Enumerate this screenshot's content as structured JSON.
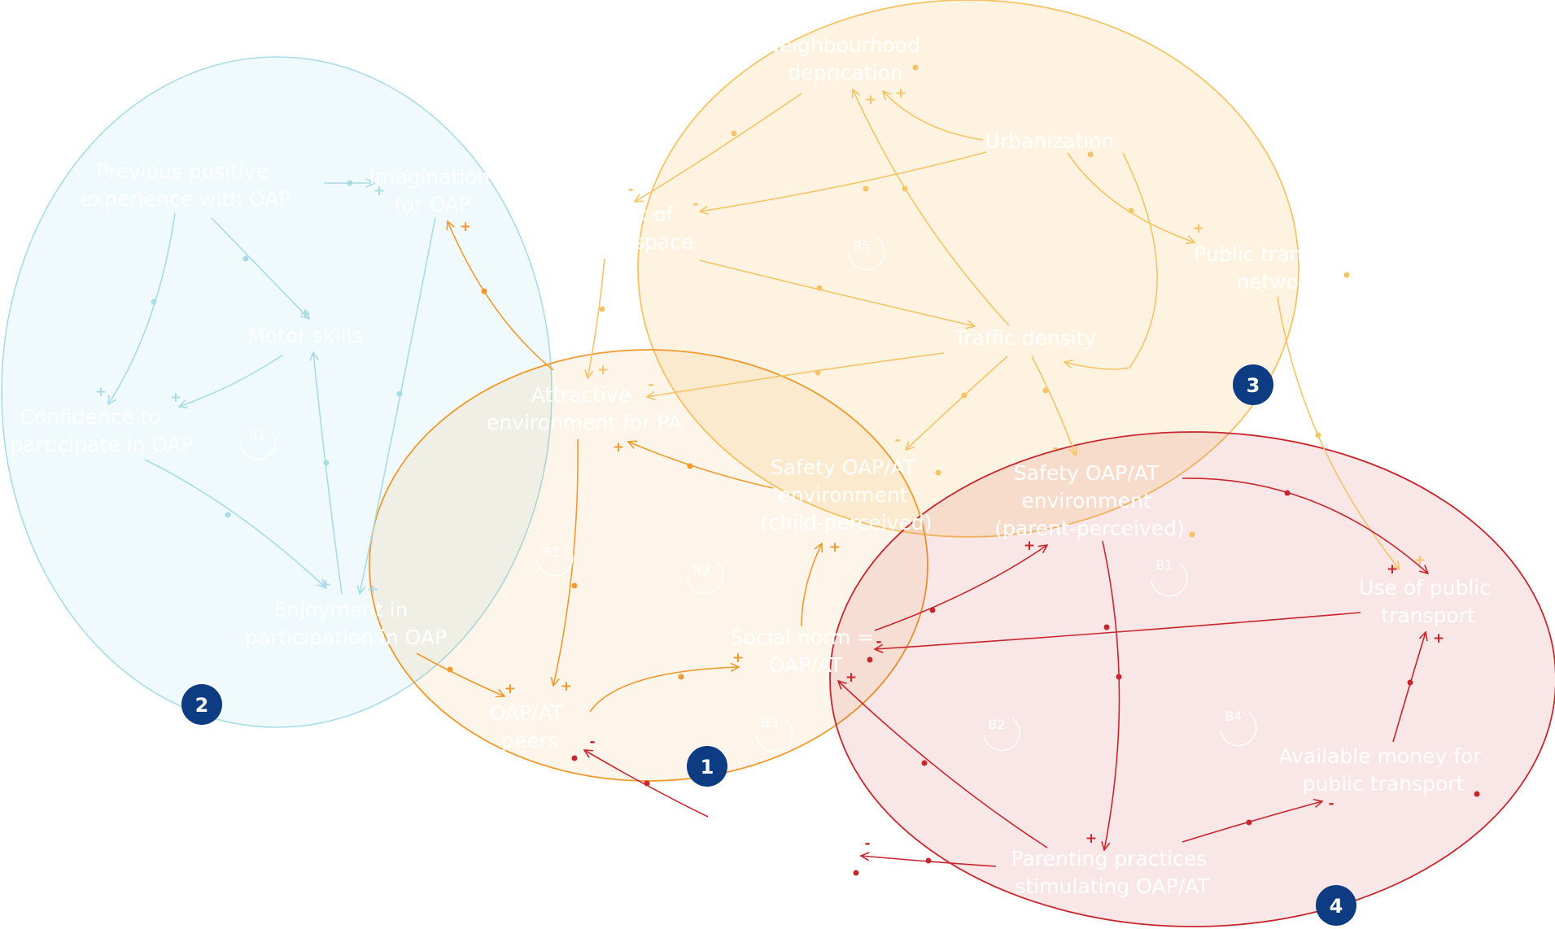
{
  "colors": {
    "cluster_1": "#f09a2e",
    "cluster_2": "#a8dce8",
    "cluster_3": "#f6c465",
    "cluster_4": "#c8262c",
    "badge": "#0d3c82"
  },
  "clusters": [
    {
      "id": "cluster-1",
      "badge": "1",
      "color": "#f09a2e",
      "fill": "#fdf1e3"
    },
    {
      "id": "cluster-2",
      "badge": "2",
      "color": "#a8dce8",
      "fill": "#eef8fa"
    },
    {
      "id": "cluster-3",
      "badge": "3",
      "color": "#f6c465",
      "fill": "#fdefd5"
    },
    {
      "id": "cluster-4",
      "badge": "4",
      "color": "#c8262c",
      "fill": "#f7dada"
    }
  ],
  "nodes": {
    "previous_positive_experience": [
      "Previous positive",
      "experience with OAP"
    ],
    "imagination": [
      "Imagination",
      "for OAP"
    ],
    "motor_skills": [
      "Motor skills"
    ],
    "confidence": [
      "Confidence to",
      "participate in OAP"
    ],
    "enjoyment": [
      "Enjoyment in",
      "participation in OAP"
    ],
    "neighbourhood_deprivation": [
      "Neighbourhood",
      "deprication"
    ],
    "urbanization": [
      "Urbanization"
    ],
    "lack_of_space": [
      "Lack of",
      "free space"
    ],
    "public_transport_network": [
      "Public transport",
      "network"
    ],
    "traffic_density": [
      "Traffic density"
    ],
    "attractive_environment": [
      "Attractive",
      "environment for PA"
    ],
    "safety_child": [
      "Safety OAP/AT",
      "environment",
      "(child-perceived)"
    ],
    "safety_parent": [
      "Safety OAP/AT",
      "environment",
      "(parent-perceived)"
    ],
    "use_public_transport": [
      "Use of public",
      "transport"
    ],
    "social_norm": [
      "Social norm =",
      "OAP/AT"
    ],
    "oap_at_peers": [
      "OAP/AT",
      "peers"
    ],
    "available_money": [
      "Available money for",
      "public transport"
    ],
    "parenting_practices": [
      "Parenting practices",
      "stimulating OAP/AT"
    ]
  },
  "loops": [
    "R1",
    "R2",
    "R3",
    "B5",
    "B1",
    "B2",
    "B3",
    "B4"
  ]
}
